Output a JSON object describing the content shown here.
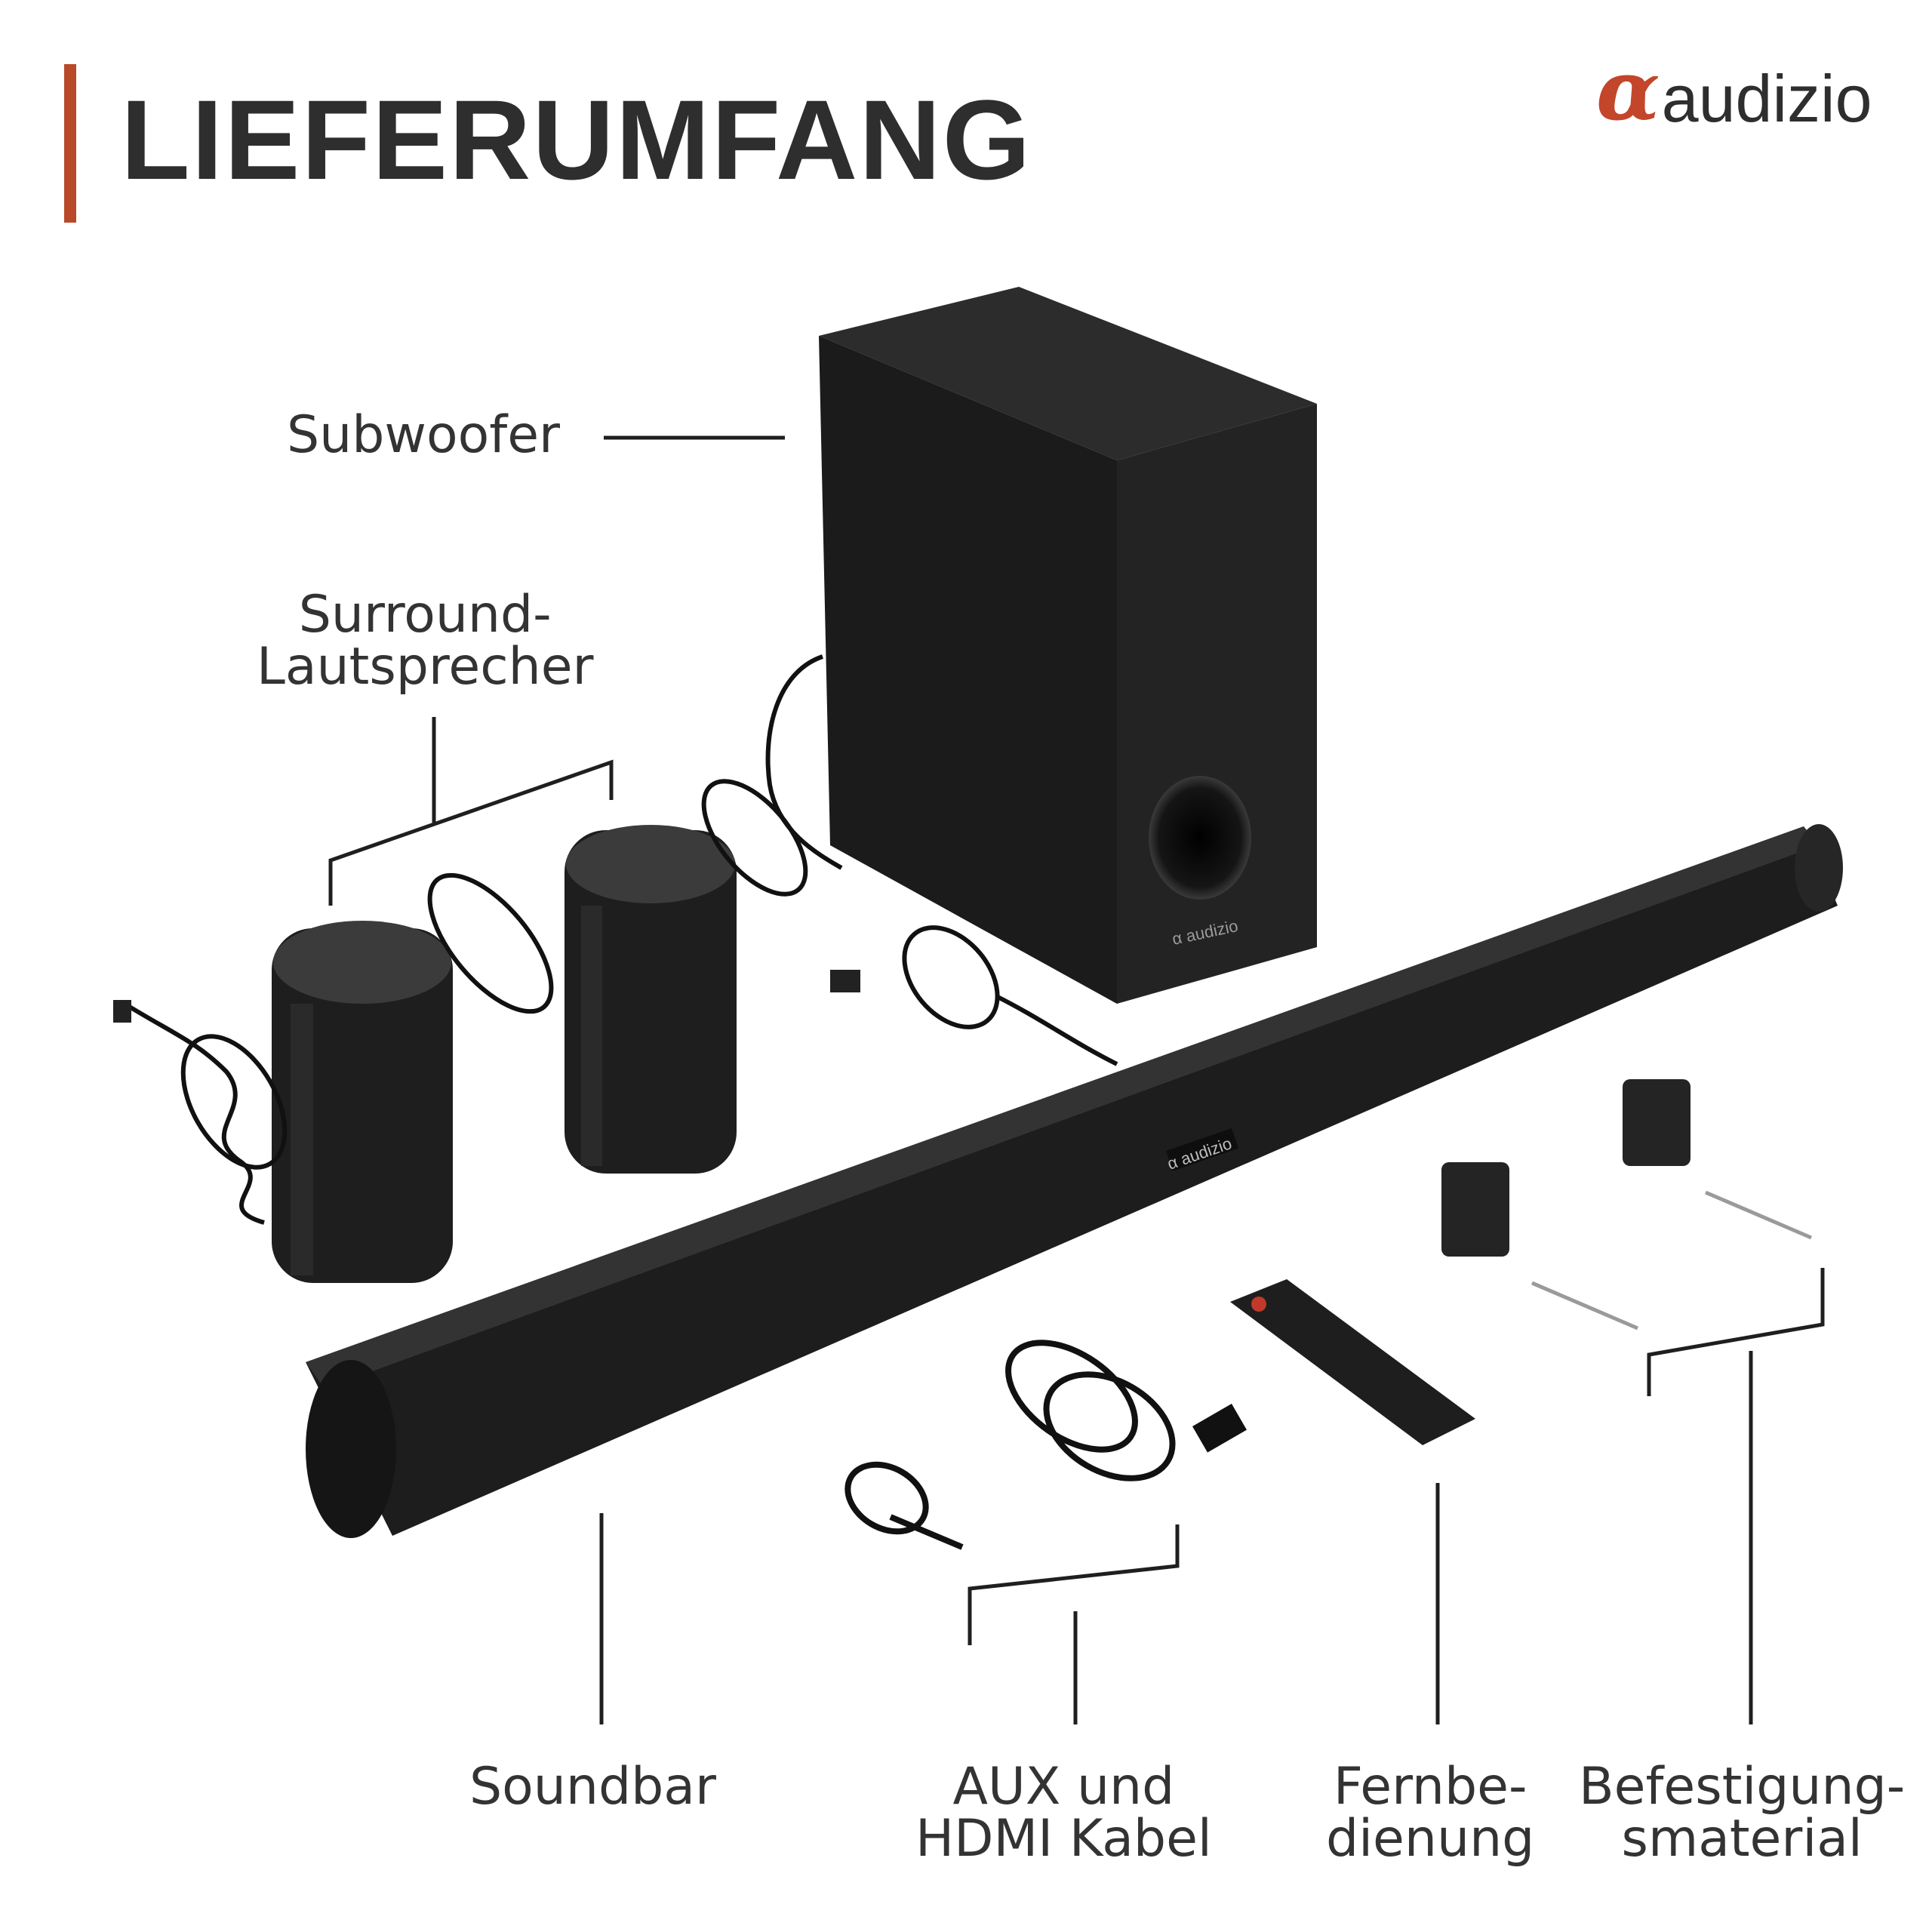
{
  "header": {
    "title": "LIEFERUMFANG"
  },
  "brand": {
    "mark": "α",
    "name": "audizio",
    "accent": "#c3462b"
  },
  "labels": {
    "subwoofer": "Subwoofer",
    "surround_1": "Surround-",
    "surround_2": "Lautsprecher",
    "soundbar": "Soundbar",
    "cables_1": "AUX und",
    "cables_2": "HDMI Kabel",
    "remote_1": "Fernbe-",
    "remote_2": "dienung",
    "mount_1": "Befestigung-",
    "mount_2": "smaterial"
  },
  "product_logo": "audizio",
  "colors": {
    "accent_bar": "#b84a2a",
    "text": "#2e2e2e",
    "product": "#1c1c1c"
  }
}
